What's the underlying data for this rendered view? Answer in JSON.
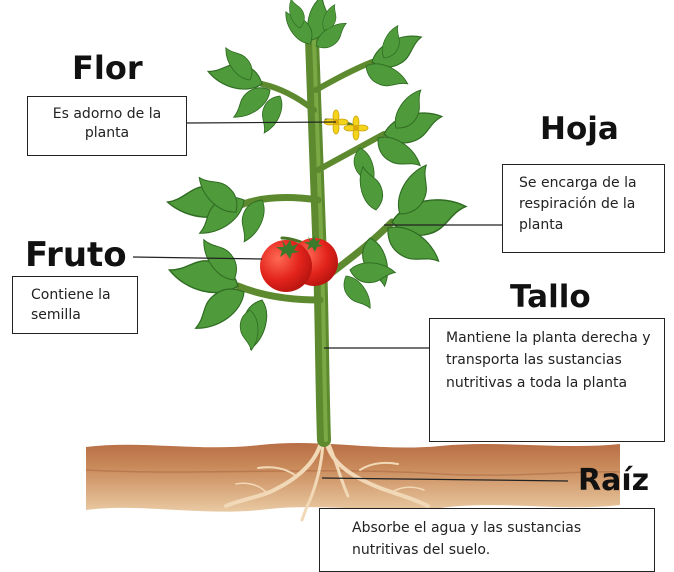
{
  "parts": {
    "flor": {
      "title": "Flor",
      "text": "Es adorno de la planta"
    },
    "hoja": {
      "title": "Hoja",
      "text": "Se encarga de la respiración de la planta"
    },
    "fruto": {
      "title": "Fruto",
      "text": "Contiene la semilla"
    },
    "tallo": {
      "title": "Tallo",
      "text": "Mantiene la planta derecha y transporta las sustancias nutritivas a toda la planta"
    },
    "raiz": {
      "title": "Raíz",
      "text": "Absorbe el agua y las sustancias nutritivas del suelo."
    }
  },
  "colors": {
    "stem": "#5d8a2f",
    "leaf": "#4f9a3a",
    "leaf_dark": "#3a7a2a",
    "fruit": "#e3241c",
    "flower": "#f4d31b",
    "soil": "#c98a5a",
    "soil_dark": "#b26f45",
    "root": "#f1d9b8"
  }
}
